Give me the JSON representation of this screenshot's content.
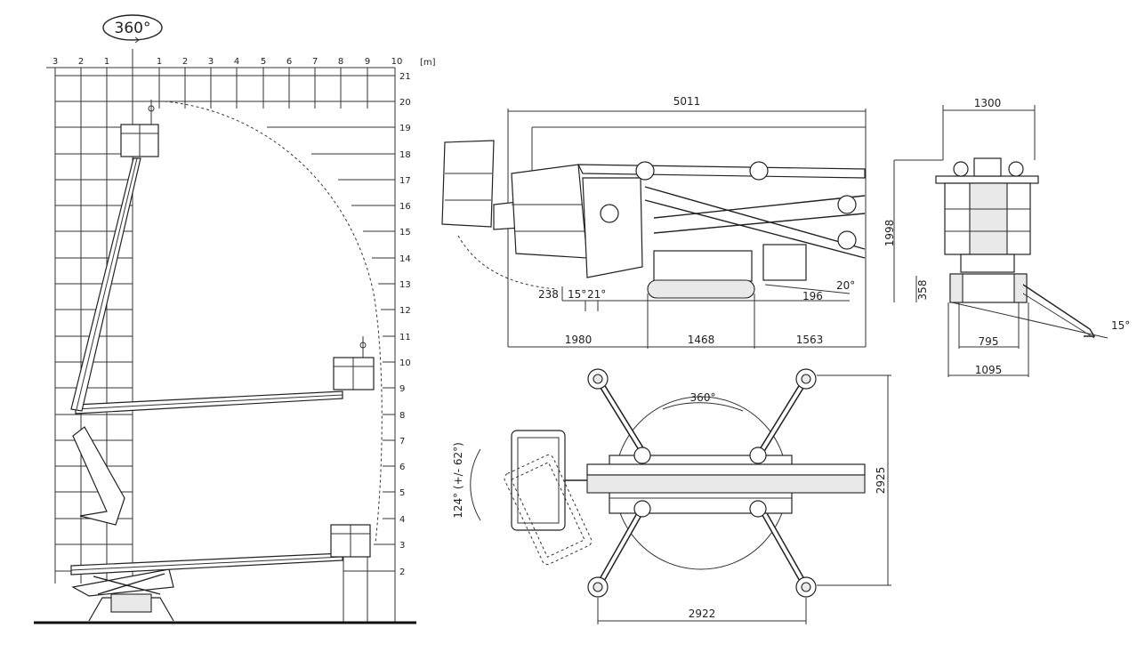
{
  "reach_diagram": {
    "rotation_label": "360°",
    "unit_label": "[m]",
    "top_scale": [
      "3",
      "2",
      "1",
      "1",
      "2",
      "3",
      "4",
      "5",
      "6",
      "7",
      "8",
      "9",
      "10"
    ],
    "height_scale": [
      "21",
      "20",
      "19",
      "18",
      "17",
      "16",
      "15",
      "14",
      "13",
      "12",
      "11",
      "10",
      "9",
      "8",
      "7",
      "6",
      "5",
      "4",
      "3",
      "2"
    ]
  },
  "side_view": {
    "overall_length": "5011",
    "section_1": "1980",
    "section_2": "1468",
    "section_3": "1563",
    "ground_clearance": "238",
    "approach_angle": "15°",
    "ramp_angle": "21°",
    "rear_offset": "196",
    "departure_angle": "20°"
  },
  "front_view": {
    "width": "1300",
    "height": "1998",
    "track_height": "358",
    "track_width": "795",
    "base_width": "1095",
    "outrigger_angle": "15°"
  },
  "top_view": {
    "rotation_label": "360°",
    "basket_rotation": "124° (+/- 62°)",
    "outrigger_length": "2925",
    "outrigger_width": "2922"
  }
}
